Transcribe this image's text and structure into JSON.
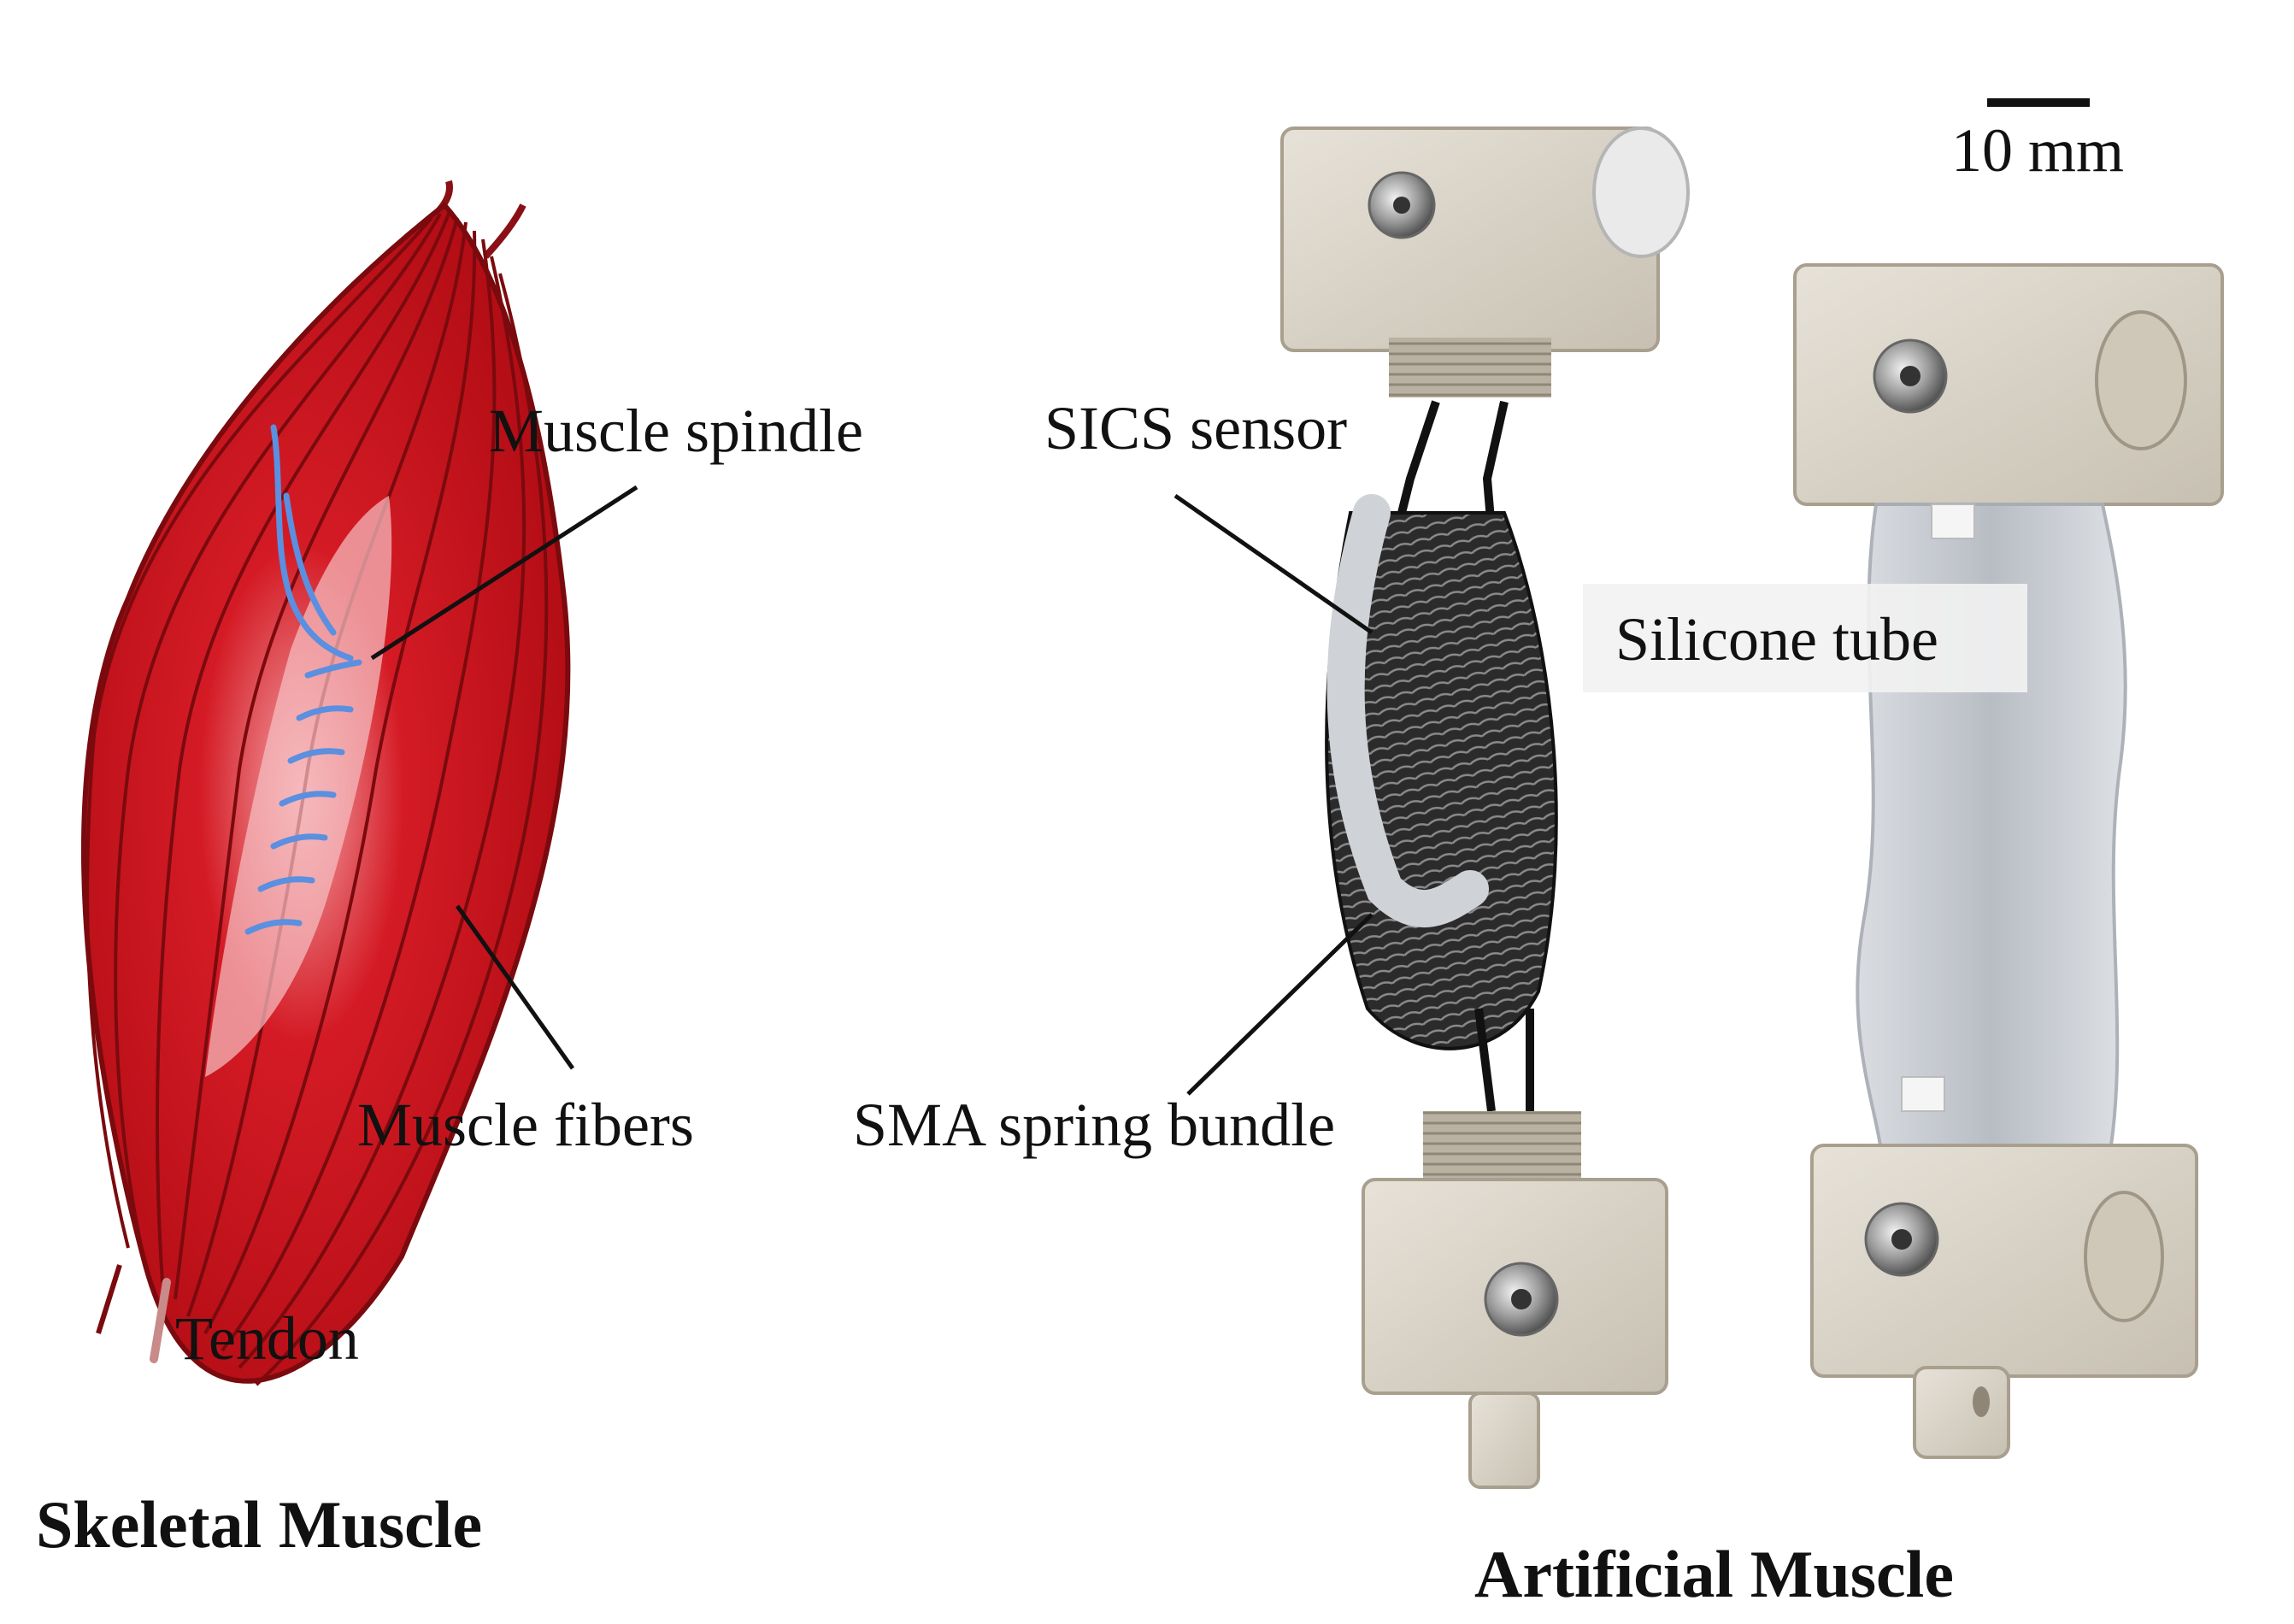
{
  "left_panel": {
    "title": "Skeletal Muscle",
    "labels": {
      "muscle_spindle": "Muscle spindle",
      "muscle_fibers": "Muscle fibers",
      "tendon": "Tendon"
    }
  },
  "right_panel": {
    "title": "Artificial Muscle",
    "scale_bar": "10 mm",
    "labels": {
      "sics_sensor": "SICS sensor",
      "sma_spring_bundle": "SMA spring bundle",
      "silicone_tube": "Silicone tube"
    }
  },
  "colors": {
    "muscle_red": "#c8101a",
    "muscle_dark": "#7a0a0e",
    "spindle_blue": "#5b8fe0",
    "tendon_pink": "#c98a8a",
    "fitting_beige": "#d9d3c7",
    "spring_black": "#1d1d1d",
    "tube_grey": "#c9ccd1"
  }
}
